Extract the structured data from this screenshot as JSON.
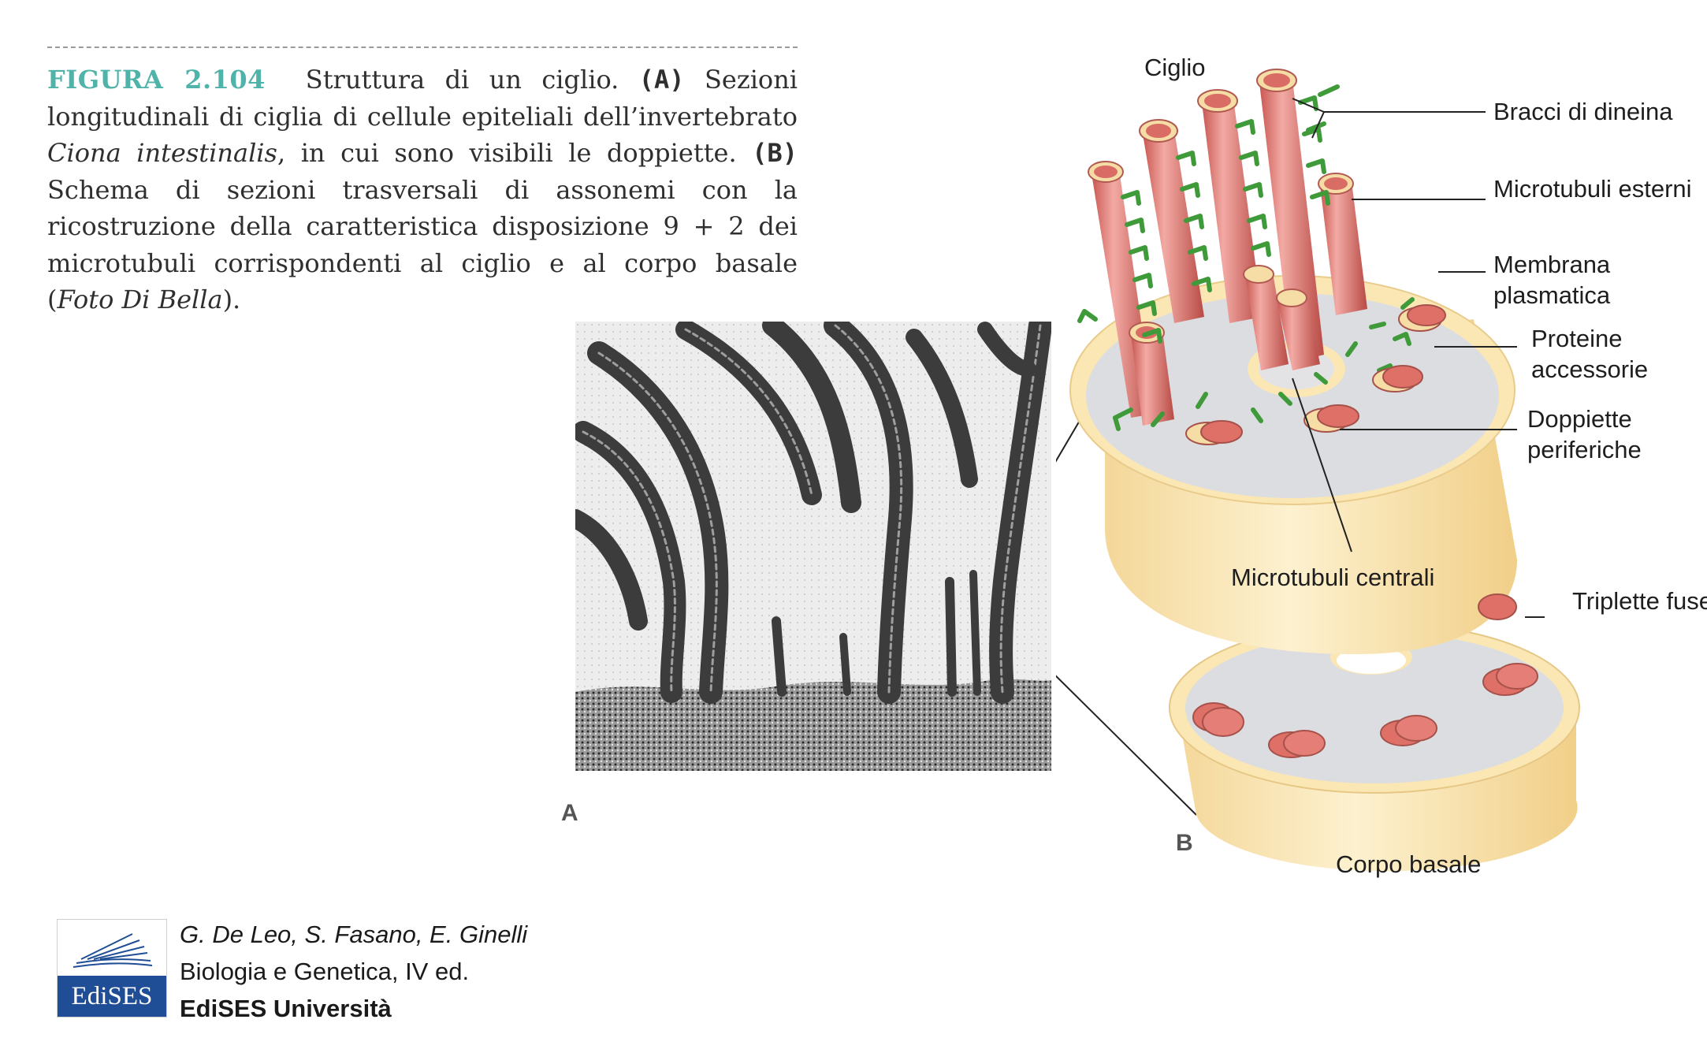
{
  "caption": {
    "figure_label": "FIGURA 2.104",
    "title": "Struttura di un ciglio.",
    "a_marker": "(A)",
    "a_text": "Sezioni longitudinali di ciglia di cellule epiteliali dell’invertebrato",
    "species": "Ciona intestinalis",
    "a_text_end": ", in cui sono visibili le doppiette.",
    "b_marker": "(B)",
    "b_text": "Schema di sezioni trasversali di assonemi con la ricostruzione della caratteristica disposizione 9 + 2 dei microtubuli corrispondenti al ciglio e al corpo basale (",
    "photo_credit": "Foto Di Bella",
    "b_text_end": ")."
  },
  "panels": {
    "a": "A",
    "b": "B"
  },
  "diagram_labels": {
    "ciglio": "Ciglio",
    "bracci": "Bracci di dineina",
    "microtubuli_esterni": "Microtubuli esterni",
    "membrana": "Membrana plasmatica",
    "proteine": "Proteine accessorie",
    "doppiette": "Doppiette periferiche",
    "microtubuli_centrali": "Microtubuli centrali",
    "triplette": "Triplette fuse",
    "corpo_basale": "Corpo basale"
  },
  "publisher": {
    "logo_text": "EdiSES",
    "authors": "G. De Leo, S. Fasano, E. Ginelli",
    "book": "Biologia e Genetica, IV ed.",
    "house": "EdiSES Università"
  },
  "colors": {
    "accent_teal": "#4fb3a9",
    "microtubule_red": "#e07b78",
    "dynein_green": "#3f9a3a",
    "membrane_cream": "#fbe7b4",
    "logo_blue": "#1f4e96"
  }
}
